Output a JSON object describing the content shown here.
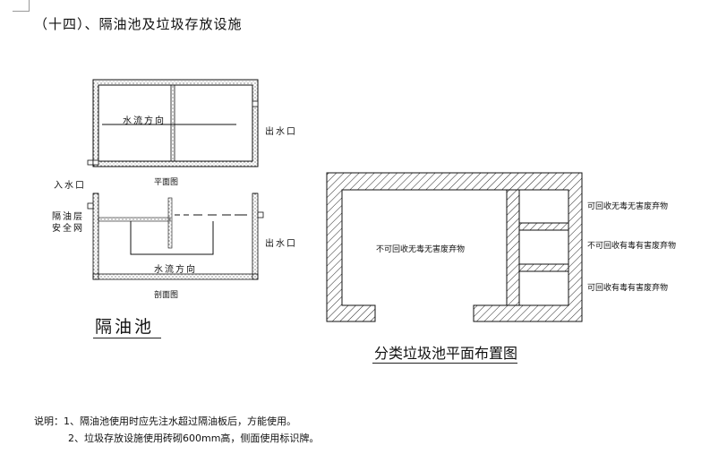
{
  "title": "（十四）、隔油池及垃圾存放设施",
  "oil_trap": {
    "plan": {
      "flow_label": "水流方向",
      "outlet_label": "出水口",
      "inlet_label": "入水口",
      "caption": "平面图"
    },
    "section": {
      "layer_label_line1": "隔油层",
      "layer_label_line2": "安全网",
      "outlet_label": "出水口",
      "flow_label": "水流方向",
      "caption": "剖面图"
    },
    "caption": "隔油池"
  },
  "garbage": {
    "main_label": "不可回收无毒无害废弃物",
    "bins": [
      "可回收无毒无害废弃物",
      "不可回收有毒有害废弃物",
      "可回收有毒有害废弃物"
    ],
    "caption": "分类垃圾池平面布置图"
  },
  "notes": {
    "line1": "说明：1、隔油池使用时应先注水超过隔油板后，方能使用。",
    "line2": "2、垃圾存放设施使用砖砌600mm高，侧面使用标识牌。"
  }
}
